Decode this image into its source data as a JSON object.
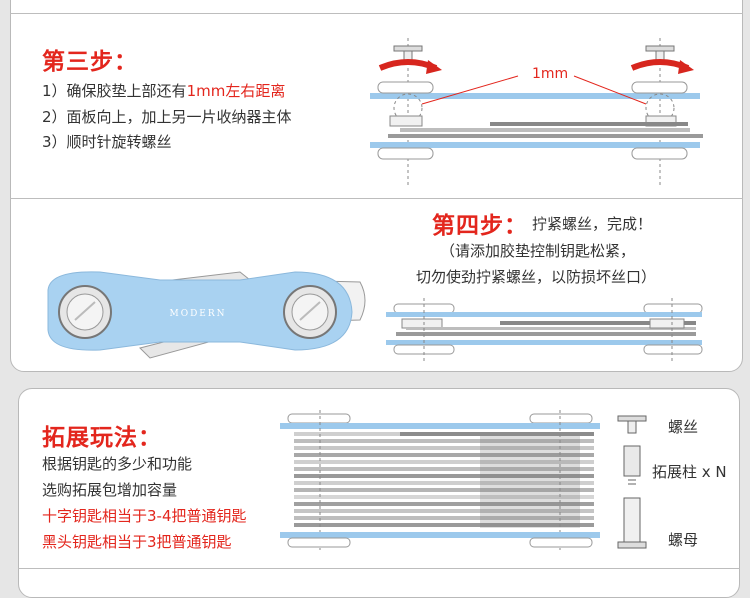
{
  "step3": {
    "title": "第三步：",
    "lines": [
      {
        "num": "1）",
        "text_a": "确保胶垫上部还有",
        "text_b": "1mm左右距离"
      },
      {
        "num": "2）",
        "text_a": "面板向上，加上另一片收纳器主体",
        "text_b": ""
      },
      {
        "num": "3）",
        "text_a": "顺时针旋转螺丝",
        "text_b": ""
      }
    ],
    "diagram_label": "1mm"
  },
  "step4": {
    "title": "第四步：",
    "subtitle": "拧紧螺丝，完成！",
    "note_line1": "（请添加胶垫控制钥匙松紧，",
    "note_line2": "切勿使劲拧紧螺丝，以防损坏丝口）",
    "product_brand": "MODERN"
  },
  "expand": {
    "title": "拓展玩法：",
    "lines": [
      "根据钥匙的多少和功能",
      "选购拓展包增加容量"
    ],
    "red_lines": [
      "十字钥匙相当于3-4把普通钥匙",
      "黑头钥匙相当于3把普通钥匙"
    ],
    "parts": [
      {
        "icon": "screw",
        "label": "螺丝"
      },
      {
        "icon": "extension-post",
        "label": "拓展柱 x N"
      },
      {
        "icon": "nut",
        "label": "螺母"
      }
    ]
  },
  "colors": {
    "accent_red": "#e3261d",
    "plate_blue": "#9cc9ec"
  }
}
